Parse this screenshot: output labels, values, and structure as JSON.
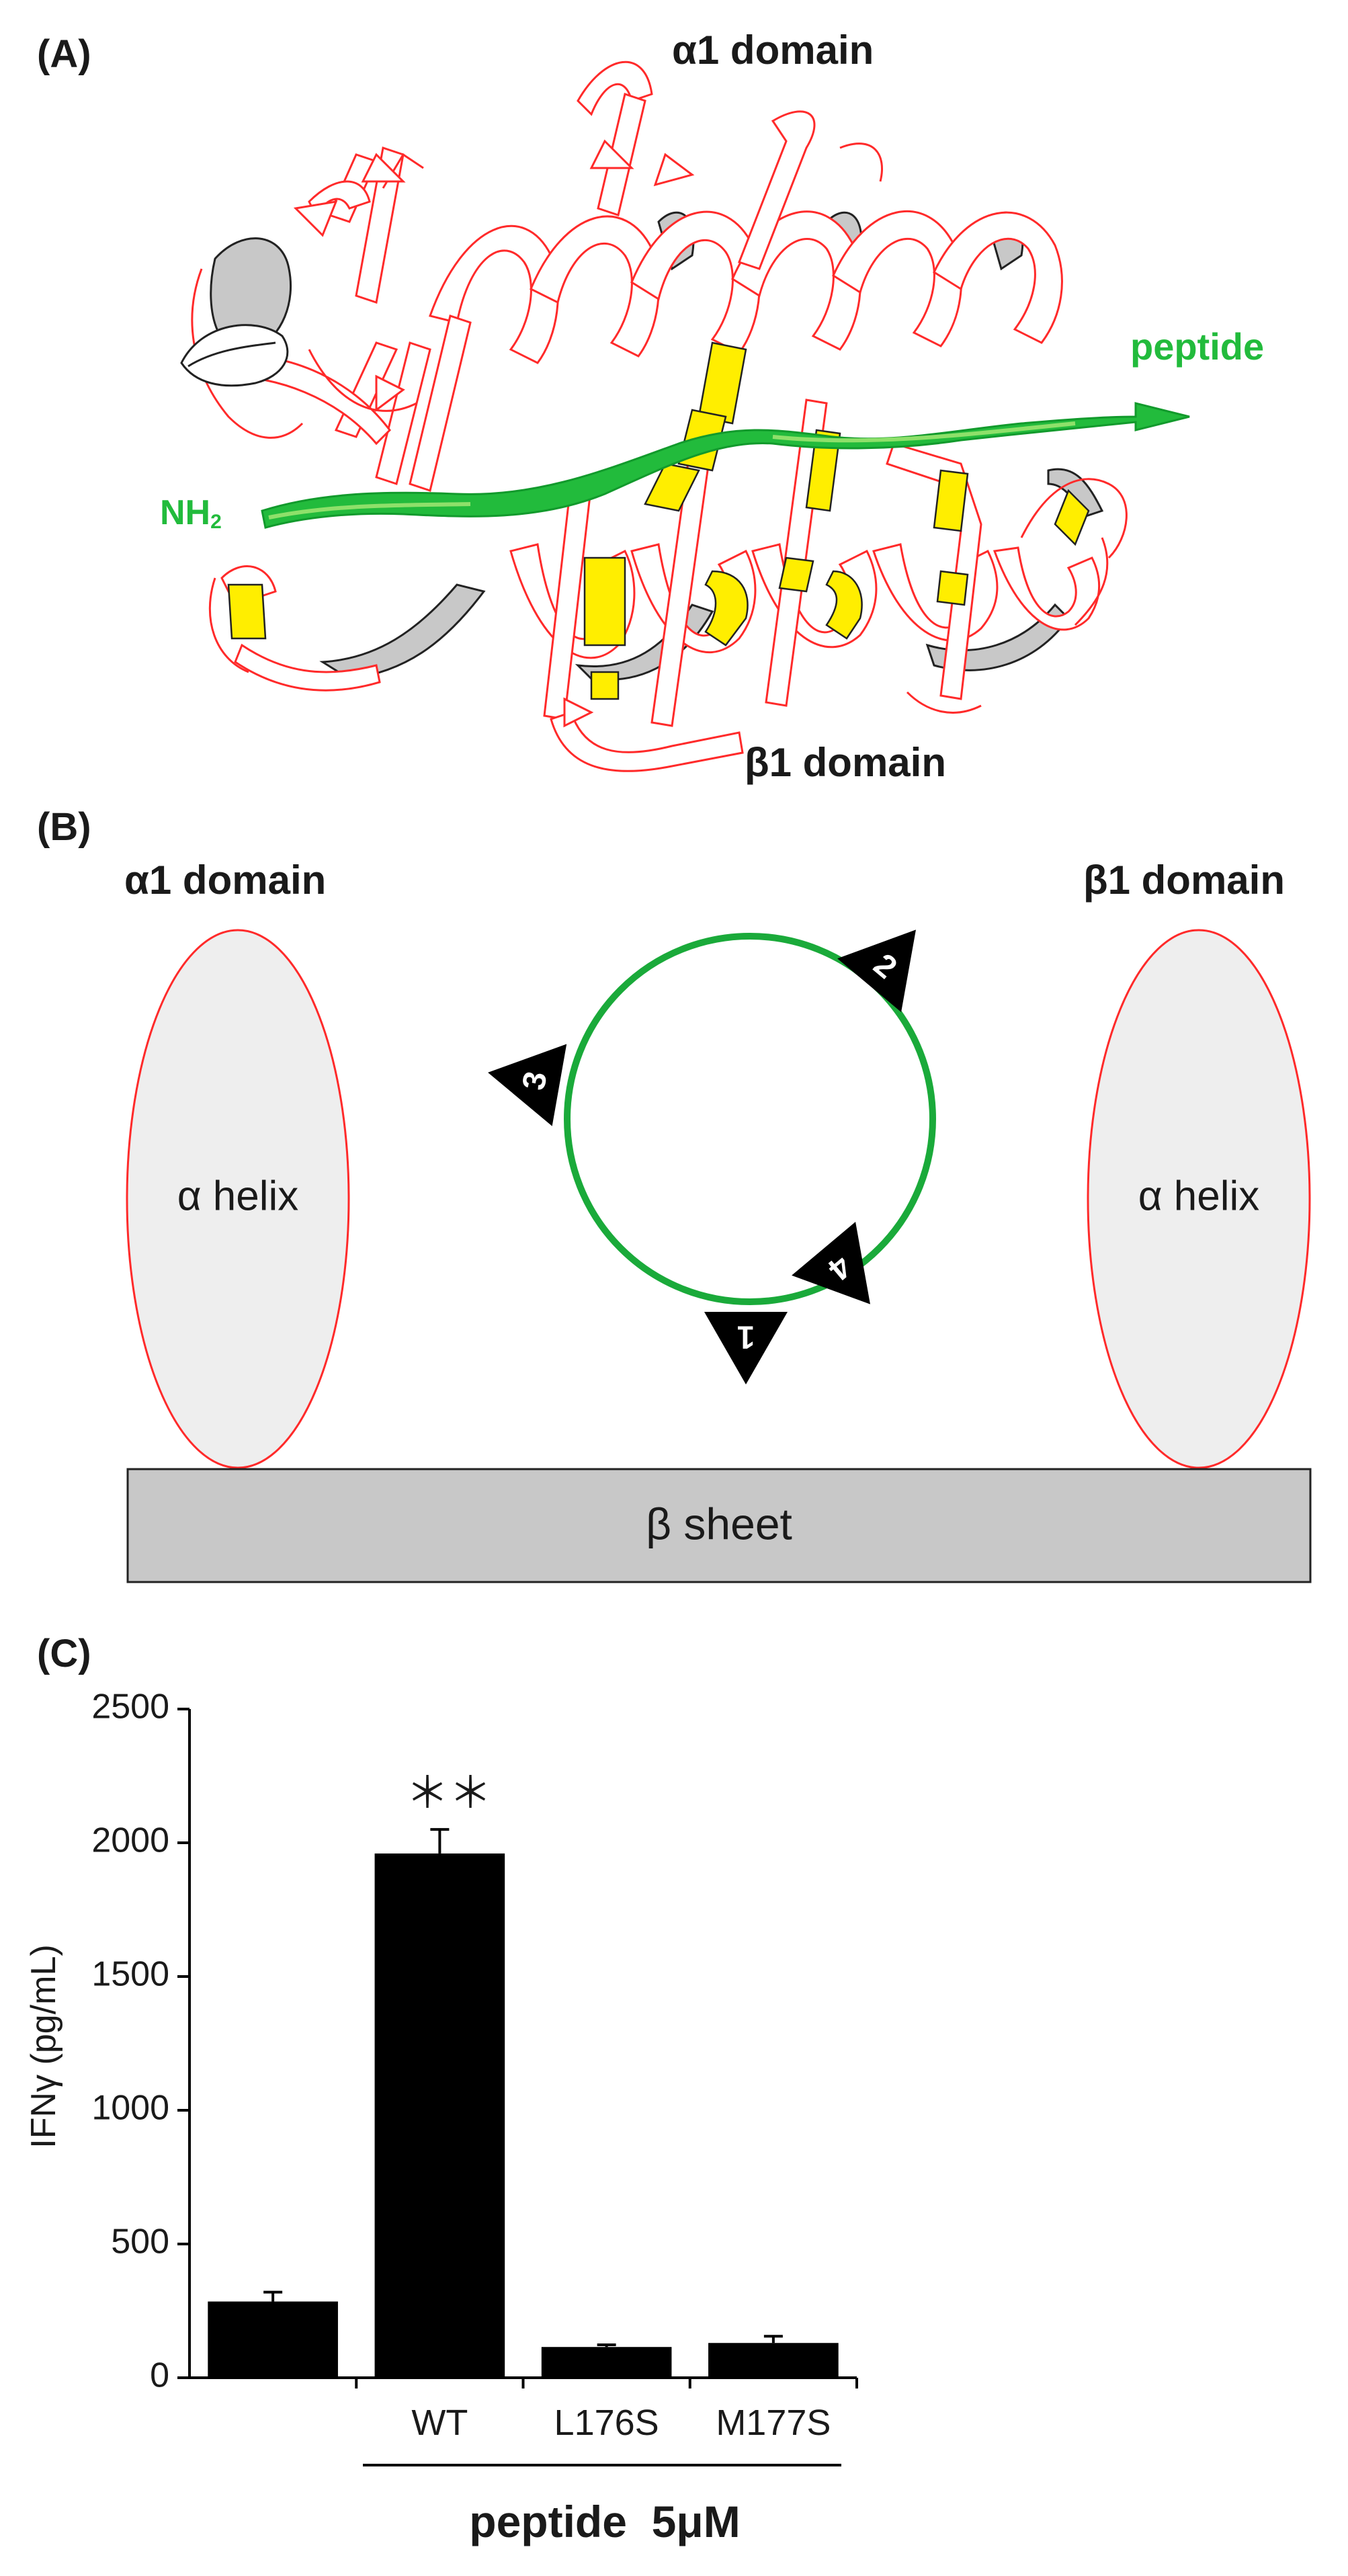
{
  "panel_a": {
    "label": "(A)",
    "alpha1_domain": "α1 domain",
    "beta1_domain": "β1 domain",
    "peptide": "peptide",
    "nh2": "NH",
    "nh2_sub": "2",
    "colors": {
      "ribbon": "#ff2a2a",
      "peptide": "#22bb3c",
      "contact": "#ffee00",
      "shade": "#c8c8c8"
    }
  },
  "panel_b": {
    "label": "(B)",
    "alpha1_domain": "α1 domain",
    "beta1_domain": "β1 domain",
    "alpha_helix_left": "α helix",
    "alpha_helix_right": "α helix",
    "beta_sheet": "β sheet",
    "pockets": [
      "1",
      "2",
      "3",
      "4"
    ],
    "colors": {
      "helix_outline": "#ff2a2a",
      "helix_fill": "#eeeeee",
      "peptide_circle": "#1aaa3a",
      "sheet_fill": "#c8c8c8"
    }
  },
  "panel_c": {
    "label": "(C)",
    "significance": "＊＊",
    "group_label": "peptide  5μM",
    "chart_data": {
      "type": "bar",
      "categories": [
        "",
        "WT",
        "L176S",
        "M177S"
      ],
      "values": [
        285,
        1960,
        115,
        130
      ],
      "errors": [
        35,
        90,
        8,
        25
      ],
      "ylabel": "IFNγ (pg/mL)",
      "ylim": [
        0,
        2500
      ],
      "yticks": [
        0,
        500,
        1000,
        1500,
        2000,
        2500
      ],
      "bar_color": "#000000",
      "grid": false
    }
  }
}
